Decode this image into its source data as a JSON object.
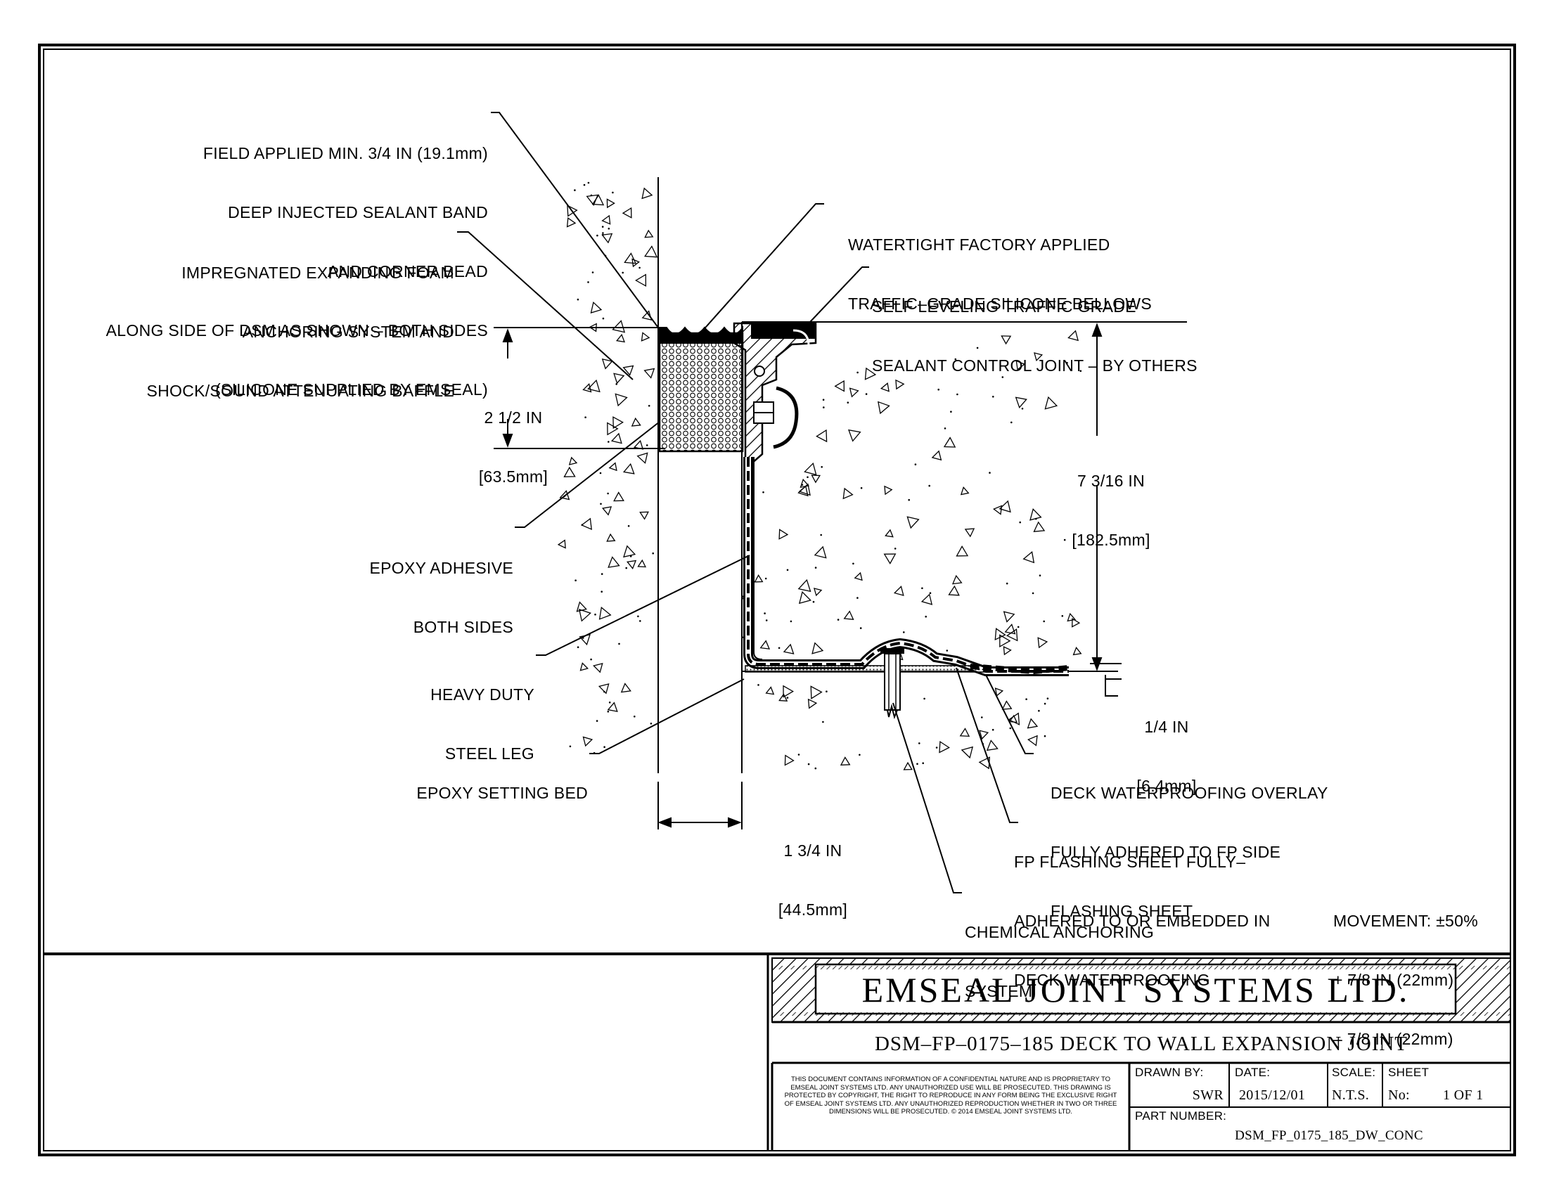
{
  "drawing": {
    "callouts": {
      "sealant_band": [
        "FIELD APPLIED MIN. 3/4 IN (19.1mm)",
        "DEEP INJECTED SEALANT BAND",
        "AND CORNER BEAD",
        "ALONG SIDE OF DSM AS SHOWN – BOTH SIDES",
        "(SILICONE SUPPLIED BY EMSEAL)"
      ],
      "foam": [
        "IMPREGNATED EXPANDING FOAM",
        "ANCHORING SYSTEM AND",
        "SHOCK/SOUND ATTENUATING BAFFLE"
      ],
      "bellows": [
        "WATERTIGHT FACTORY APPLIED",
        "TRAFFIC–GRADE SILICONE BELLOWS"
      ],
      "control_joint": [
        "SELF LEVELING TRAFFIC GRADE",
        "SEALANT CONTROL JOINT – BY OTHERS"
      ],
      "epoxy_adhesive": [
        "EPOXY ADHESIVE",
        "BOTH SIDES"
      ],
      "steel_leg": [
        "HEAVY DUTY",
        "STEEL LEG"
      ],
      "setting_bed": [
        "EPOXY SETTING BED"
      ],
      "overlay": [
        "DECK WATERPROOFING OVERLAY",
        "FULLY ADHERED TO FP SIDE",
        "FLASHING SHEET"
      ],
      "flashing": [
        "FP FLASHING SHEET FULLY–",
        "ADHERED TO OR EMBEDDED IN",
        "DECK WATERPROOFING"
      ],
      "anchoring": [
        "CHEMICAL ANCHORING",
        "SYSTEM"
      ]
    },
    "dimensions": {
      "seal_depth": [
        "2 1/2 IN",
        "[63.5mm]"
      ],
      "deck_depth": [
        "7 3/16 IN",
        "[182.5mm]"
      ],
      "setting_bed": [
        "1/4 IN",
        "[6.4mm]"
      ],
      "leg_width": [
        "1 3/4 IN",
        "[44.5mm]"
      ]
    },
    "movement": [
      "MOVEMENT: ±50%",
      "+ 7/8 IN (22mm)",
      "– 7/8 IN (22mm)"
    ]
  },
  "title_block": {
    "company": "EMSEAL JOINT SYSTEMS LTD.",
    "title": "DSM–FP–0175–185 DECK TO WALL EXPANSION JOINT",
    "notice": "THIS DOCUMENT CONTAINS INFORMATION OF A CONFIDENTIAL NATURE AND IS PROPRIETARY TO EMSEAL JOINT SYSTEMS LTD. ANY UNAUTHORIZED USE WILL BE PROSECUTED. THIS DRAWING IS PROTECTED BY COPYRIGHT, THE RIGHT TO REPRODUCE IN ANY FORM BEING THE EXCLUSIVE RIGHT OF EMSEAL JOINT SYSTEMS LTD. ANY UNAUTHORIZED REPRODUCTION WHETHER IN TWO OR THREE DIMENSIONS WILL BE PROSECUTED. © 2014 EMSEAL JOINT SYSTEMS LTD.",
    "drawn_by_label": "DRAWN BY:",
    "drawn_by": "SWR",
    "date_label": "DATE:",
    "date": "2015/12/01",
    "scale_label": "SCALE:",
    "scale": "N.T.S.",
    "sheet_label": "SHEET",
    "sheet_no_label": "No:",
    "sheet_no": "1 OF 1",
    "part_number_label": "PART NUMBER:",
    "part_number": "DSM_FP_0175_185_DW_CONC"
  }
}
